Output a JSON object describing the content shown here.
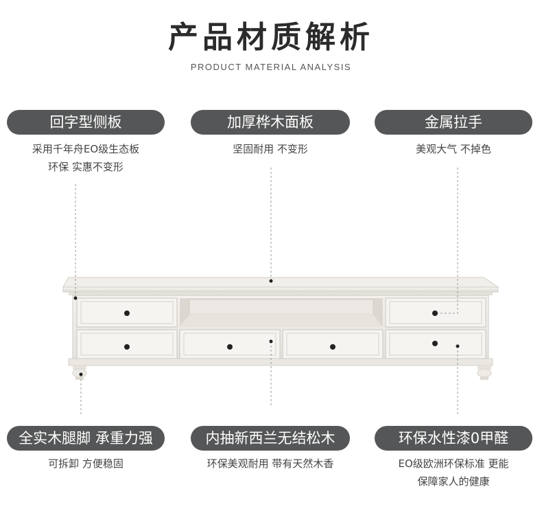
{
  "header": {
    "title": "产品材质解析",
    "subtitle": "PRODUCT MATERIAL ANALYSIS"
  },
  "features": [
    {
      "label": "回字型侧板",
      "desc": [
        "采用千年舟EO级生态板",
        "环保 实惠不变形"
      ]
    },
    {
      "label": "加厚桦木面板",
      "desc": [
        "坚固耐用 不变形"
      ]
    },
    {
      "label": "金属拉手",
      "desc": [
        "美观大气 不掉色"
      ]
    },
    {
      "label": "全实木腿脚 承重力强",
      "desc": [
        "可拆卸 方便稳固"
      ]
    },
    {
      "label": "内抽新西兰无结松木",
      "desc": [
        "环保美观耐用 带有天然木香"
      ]
    },
    {
      "label": "环保水性漆0甲醛",
      "desc": [
        "EO级欧洲环保标准 更能",
        "保障家人的健康"
      ]
    }
  ],
  "colors": {
    "pill_bg": "#555657",
    "pill_text": "#ffffff",
    "furniture": "#f3f1ee",
    "leader_line": "#9a9a9a"
  }
}
